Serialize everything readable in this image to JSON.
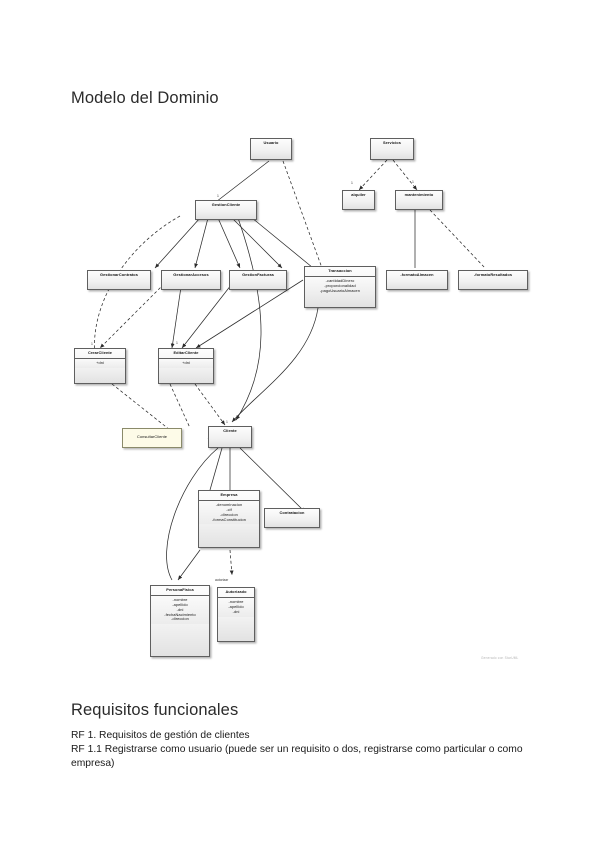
{
  "document": {
    "title": "Modelo del Dominio",
    "watermark": "Generado con StarUML"
  },
  "requisitos": {
    "heading": "Requisitos funcionales",
    "line1": "RF 1. Requisitos de gestión de clientes",
    "line2": "RF 1.1 Registrarse como usuario (puede ser un requisito o dos, registrarse como particular o como empresa)"
  },
  "diagram": {
    "type": "uml-domain-model",
    "nodes": [
      {
        "id": "usuario",
        "title": "Usuario",
        "attrs": []
      },
      {
        "id": "servicios",
        "title": "Servicios",
        "attrs": []
      },
      {
        "id": "gestion-cliente",
        "title": "GestionCliente",
        "attrs": []
      },
      {
        "id": "alquiler",
        "title": "alquiler",
        "attrs": []
      },
      {
        "id": "mantenimiento",
        "title": "mantenimiento",
        "attrs": []
      },
      {
        "id": "gestionar-contratos",
        "title": "GestionarContratos",
        "attrs": []
      },
      {
        "id": "gestionar-accesos",
        "title": "GestionarAccesos",
        "attrs": []
      },
      {
        "id": "gestion-facturas",
        "title": "GestionFacturas",
        "attrs": []
      },
      {
        "id": "transaccion",
        "title": "Transaccion",
        "attrs": [
          "-cantidadDinero",
          "-proporcionalidad",
          "-pagoUsuarioAlmacen"
        ]
      },
      {
        "id": "formato-almacen",
        "title": "-formatoAlmacen",
        "attrs": []
      },
      {
        "id": "formato-resultados",
        "title": "-formatoResultados",
        "attrs": []
      },
      {
        "id": "crear-cliente",
        "title": "CrearCliente",
        "attrs": [
          "+dni"
        ]
      },
      {
        "id": "editar-cliente",
        "title": "EditarCliente",
        "attrs": [
          "+dni"
        ]
      },
      {
        "id": "nota-cliente",
        "title": "ConsultarCliente",
        "attrs": []
      },
      {
        "id": "cliente",
        "title": "Cliente",
        "attrs": []
      },
      {
        "id": "empresa",
        "title": "Empresa",
        "attrs": [
          "-denominacion",
          "-cif",
          "-direccion",
          "-formaConstitucion"
        ]
      },
      {
        "id": "contratacion",
        "title": "Contratacion",
        "attrs": []
      },
      {
        "id": "persona-fisica",
        "title": "PersonaFisica",
        "attrs": [
          "-nombre",
          "-apellido",
          "-dni",
          "-fechaNacimiento",
          "-direccion"
        ]
      },
      {
        "id": "autorizado",
        "title": "Autorizado",
        "attrs": [
          "-nombre",
          "-apellido",
          "-dni"
        ]
      }
    ],
    "edge_labels": [
      {
        "id": "lbl-1",
        "text": "1"
      },
      {
        "id": "lbl-2",
        "text": "1"
      },
      {
        "id": "lbl-3",
        "text": "1"
      },
      {
        "id": "lbl-4",
        "text": "1"
      },
      {
        "id": "lbl-5",
        "text": "1"
      },
      {
        "id": "lbl-6",
        "text": "1"
      },
      {
        "id": "lbl-7",
        "text": "autorizar"
      }
    ]
  }
}
